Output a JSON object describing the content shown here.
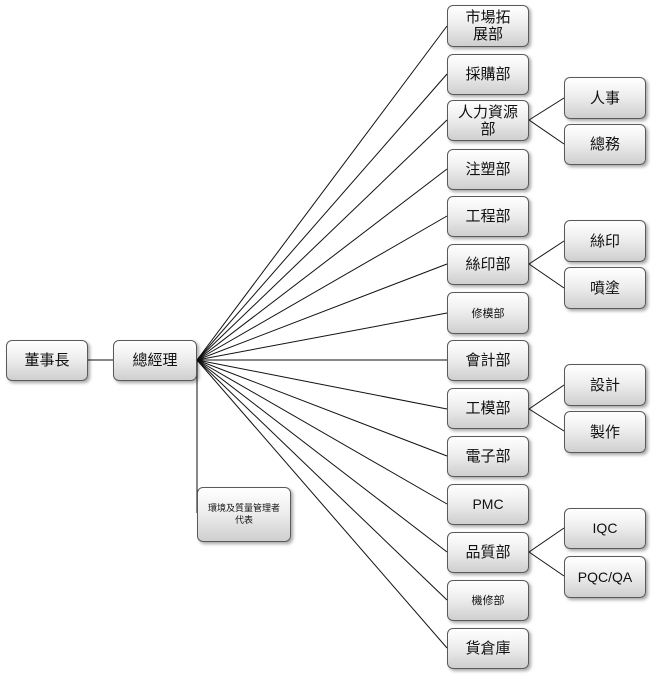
{
  "nodes": {
    "chairman": "董事長",
    "general_manager": "總經理",
    "env_quality_rep": "環境及質量管理者代表",
    "departments": {
      "marketing": "市場拓展部",
      "purchasing": "採購部",
      "hr": "人力資源部",
      "injection": "注塑部",
      "engineering": "工程部",
      "silkscreen": "絲印部",
      "mold_repair": "修模部",
      "accounting": "會計部",
      "tooling": "工模部",
      "electronics": "電子部",
      "pmc": "PMC",
      "quality": "品質部",
      "machine_repair": "機修部",
      "warehouse": "貨倉庫"
    },
    "sub": {
      "personnel": "人事",
      "general_affairs": "總務",
      "silk_print": "絲印",
      "spray_paint": "噴塗",
      "design": "設計",
      "production": "製作",
      "iqc": "IQC",
      "pqc_qa": "PQC/QA"
    }
  }
}
